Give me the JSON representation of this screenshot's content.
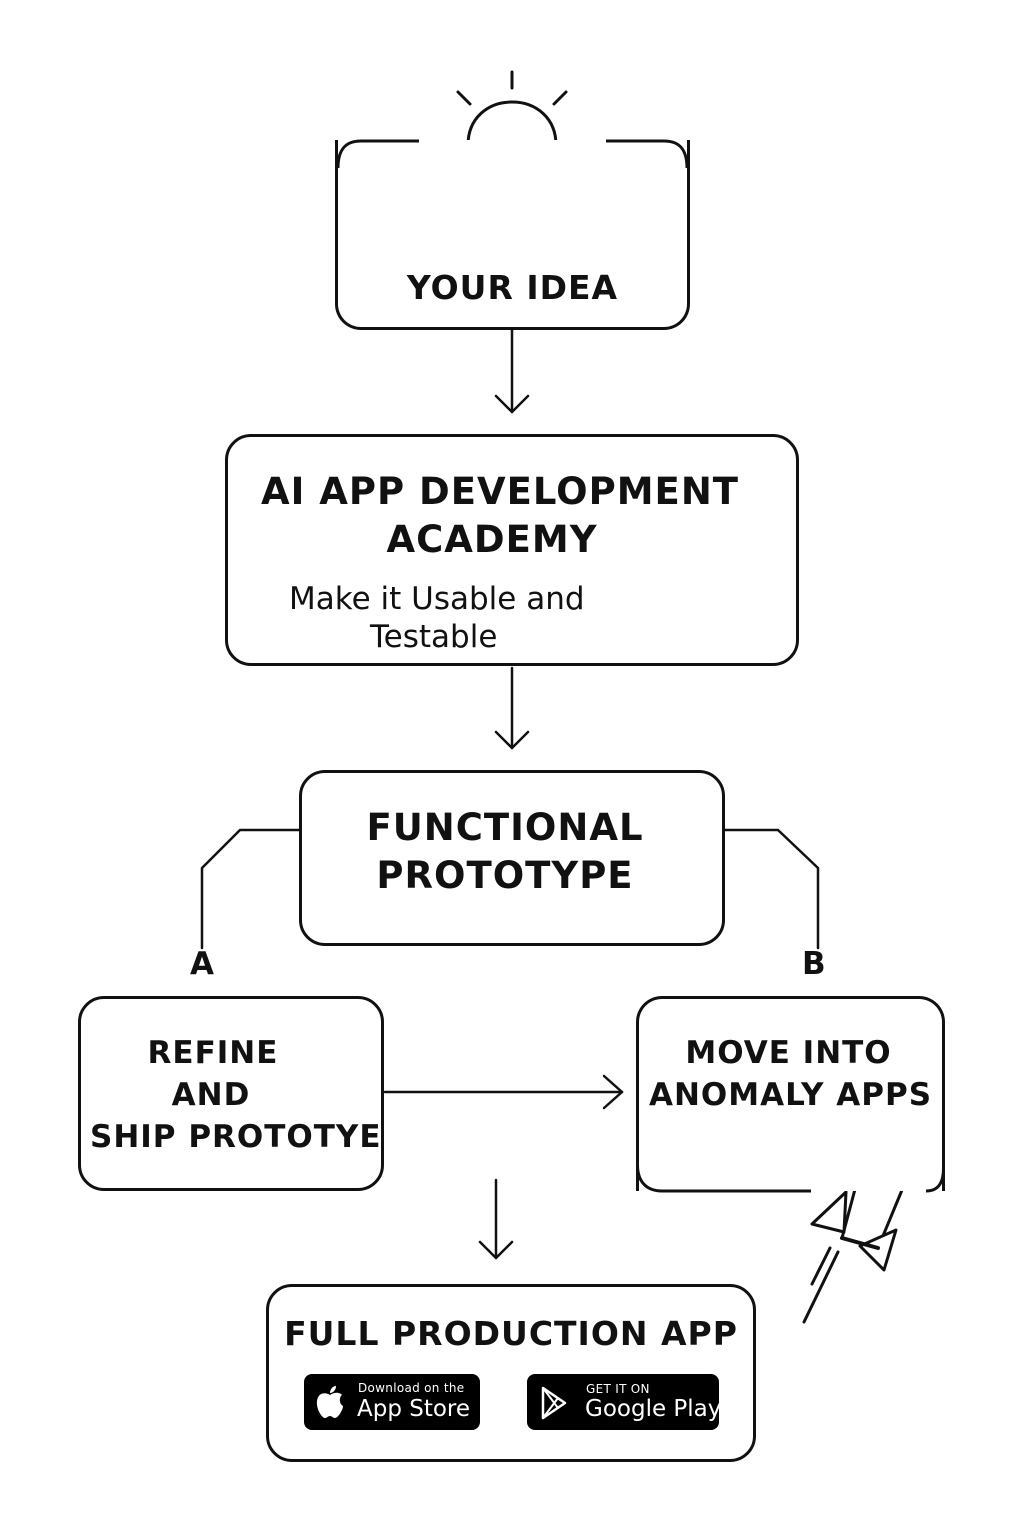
{
  "nodes": {
    "idea": {
      "title": "YOUR IDEA"
    },
    "academy": {
      "title_line1": "AI APP DEVELOPMENT",
      "title_line2": "ACADEMY",
      "sub_line1": "Make it Usable and",
      "sub_line2": "Testable"
    },
    "prototype": {
      "title_line1": "FUNCTIONAL",
      "title_line2": "PROTOTYPE"
    },
    "refine": {
      "line1": "REFINE",
      "line2": "AND",
      "line3": "SHIP PROTOTYE"
    },
    "anomaly": {
      "line1": "MOVE INTO",
      "line2": "ANOMALY APPS"
    },
    "production": {
      "title": "FULL PRODUCTION APP"
    }
  },
  "branches": {
    "a": "A",
    "b": "B"
  },
  "badges": {
    "app_store": {
      "small": "Download on the",
      "big": "App Store"
    },
    "google_play": {
      "small": "GET IT ON",
      "big": "Google Play"
    }
  },
  "icons": [
    "lightbulb-icon",
    "cube-icon",
    "rocket-icon",
    "apple-icon",
    "play-icon"
  ],
  "colors": {
    "stroke": "#111111",
    "background": "#ffffff",
    "badge": "#000000"
  }
}
